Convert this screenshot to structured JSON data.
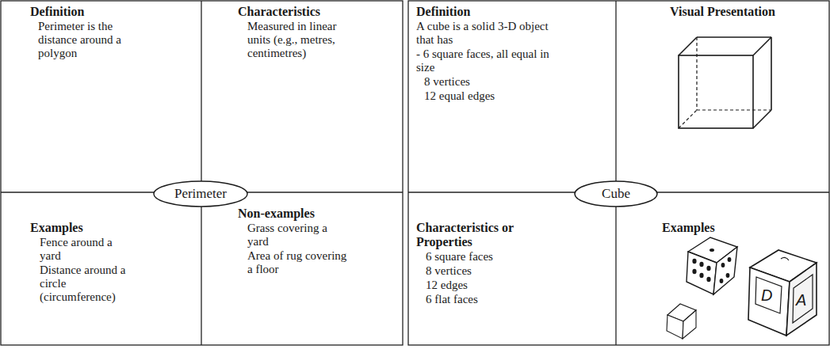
{
  "diagram": {
    "nodes": [
      {
        "text": [
          "Definition",
          "Perimeter is the distance around a polygon"
        ]
      },
      {
        "text": [
          "Characteristics",
          "Measured in linear units (e.g., metres, centimetres)"
        ]
      },
      {
        "text": [
          "Perimeter"
        ]
      },
      {
        "text": [
          "Examples",
          "Fence around a yard",
          "Distance around a circle (circumference)"
        ]
      },
      {
        "text": [
          "Non-examples",
          "Grass covering a yard",
          "Area of rug covering a floor"
        ]
      },
      {
        "text": [
          "Definition",
          "A cube is a solid 3-D object that has",
          "- 6 square faces, all equal in size",
          "8 vertices",
          "12 equal edges"
        ]
      },
      {
        "text": [
          "Visual Presentation"
        ]
      },
      {
        "text": [
          "Cube"
        ]
      },
      {
        "text": [
          "Characteristics or Properties",
          "6 square faces",
          "8 vertices",
          "12 edges",
          "6 flat faces"
        ]
      },
      {
        "text": [
          "Examples"
        ]
      }
    ],
    "labels": [
      "D",
      "A"
    ]
  }
}
